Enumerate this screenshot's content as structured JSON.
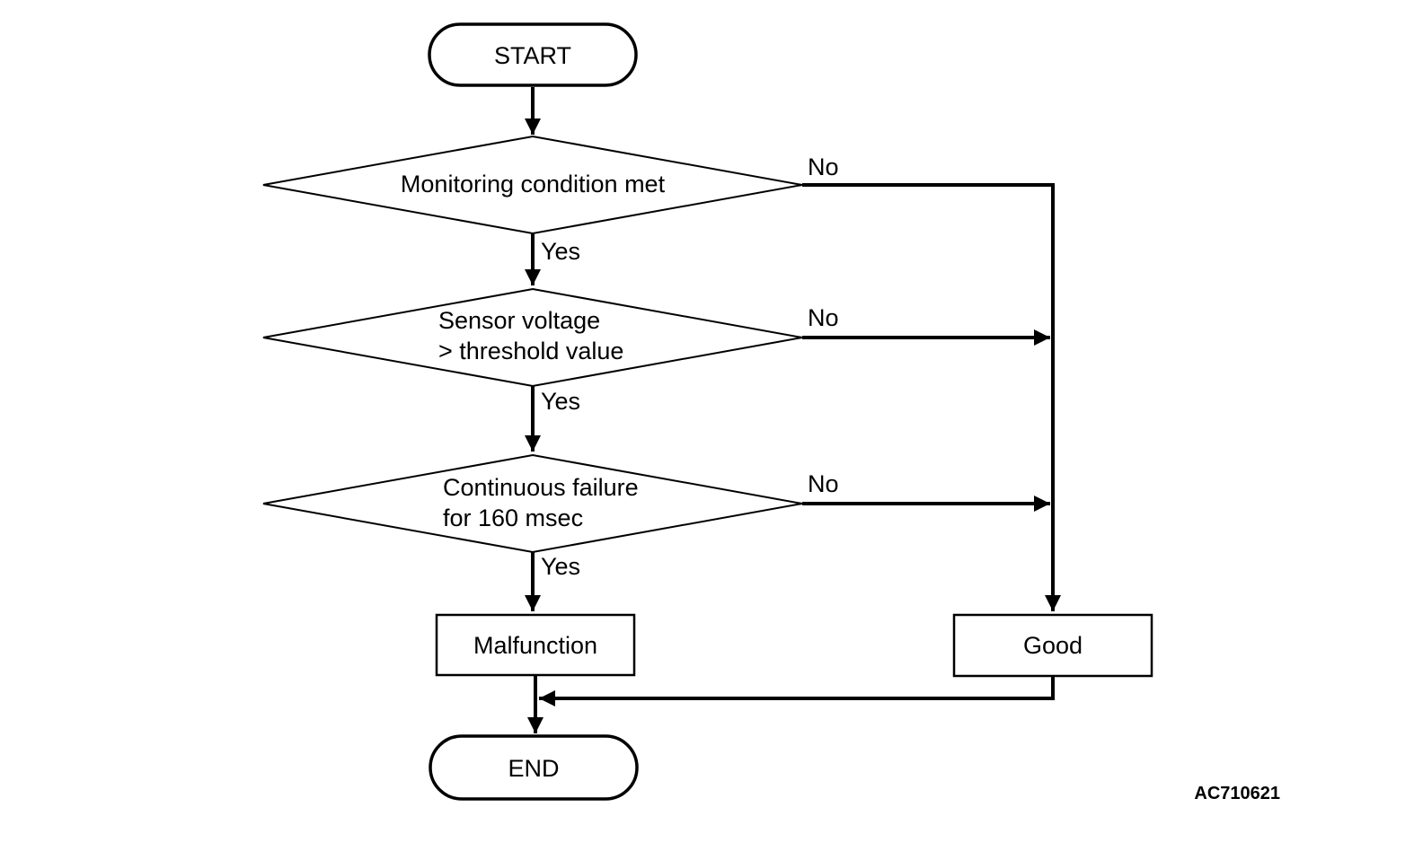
{
  "diagram": {
    "type": "flowchart",
    "code": "AC710621",
    "colors": {
      "line": "#000000",
      "background": "#ffffff"
    },
    "nodes": {
      "start": {
        "type": "terminator",
        "label": "START"
      },
      "monitoring": {
        "type": "decision",
        "label": "Monitoring condition met"
      },
      "sensor": {
        "type": "decision",
        "line1": "Sensor voltage",
        "line2": "> threshold value"
      },
      "continuous": {
        "type": "decision",
        "line1": "Continuous failure",
        "line2": "for 160 msec"
      },
      "malfunction": {
        "type": "process",
        "label": "Malfunction"
      },
      "good": {
        "type": "process",
        "label": "Good"
      },
      "end": {
        "type": "terminator",
        "label": "END"
      }
    },
    "edges": {
      "monitoring_yes": {
        "label": "Yes",
        "from": "monitoring",
        "to": "sensor"
      },
      "monitoring_no": {
        "label": "No",
        "from": "monitoring",
        "to": "good"
      },
      "sensor_yes": {
        "label": "Yes",
        "from": "sensor",
        "to": "continuous"
      },
      "sensor_no": {
        "label": "No",
        "from": "sensor",
        "to": "good"
      },
      "continuous_yes": {
        "label": "Yes",
        "from": "continuous",
        "to": "malfunction"
      },
      "continuous_no": {
        "label": "No",
        "from": "continuous",
        "to": "good"
      },
      "start_out": {
        "from": "start",
        "to": "monitoring"
      },
      "malfunction_out": {
        "from": "malfunction",
        "to": "end"
      },
      "good_out": {
        "from": "good",
        "to": "end"
      }
    }
  }
}
